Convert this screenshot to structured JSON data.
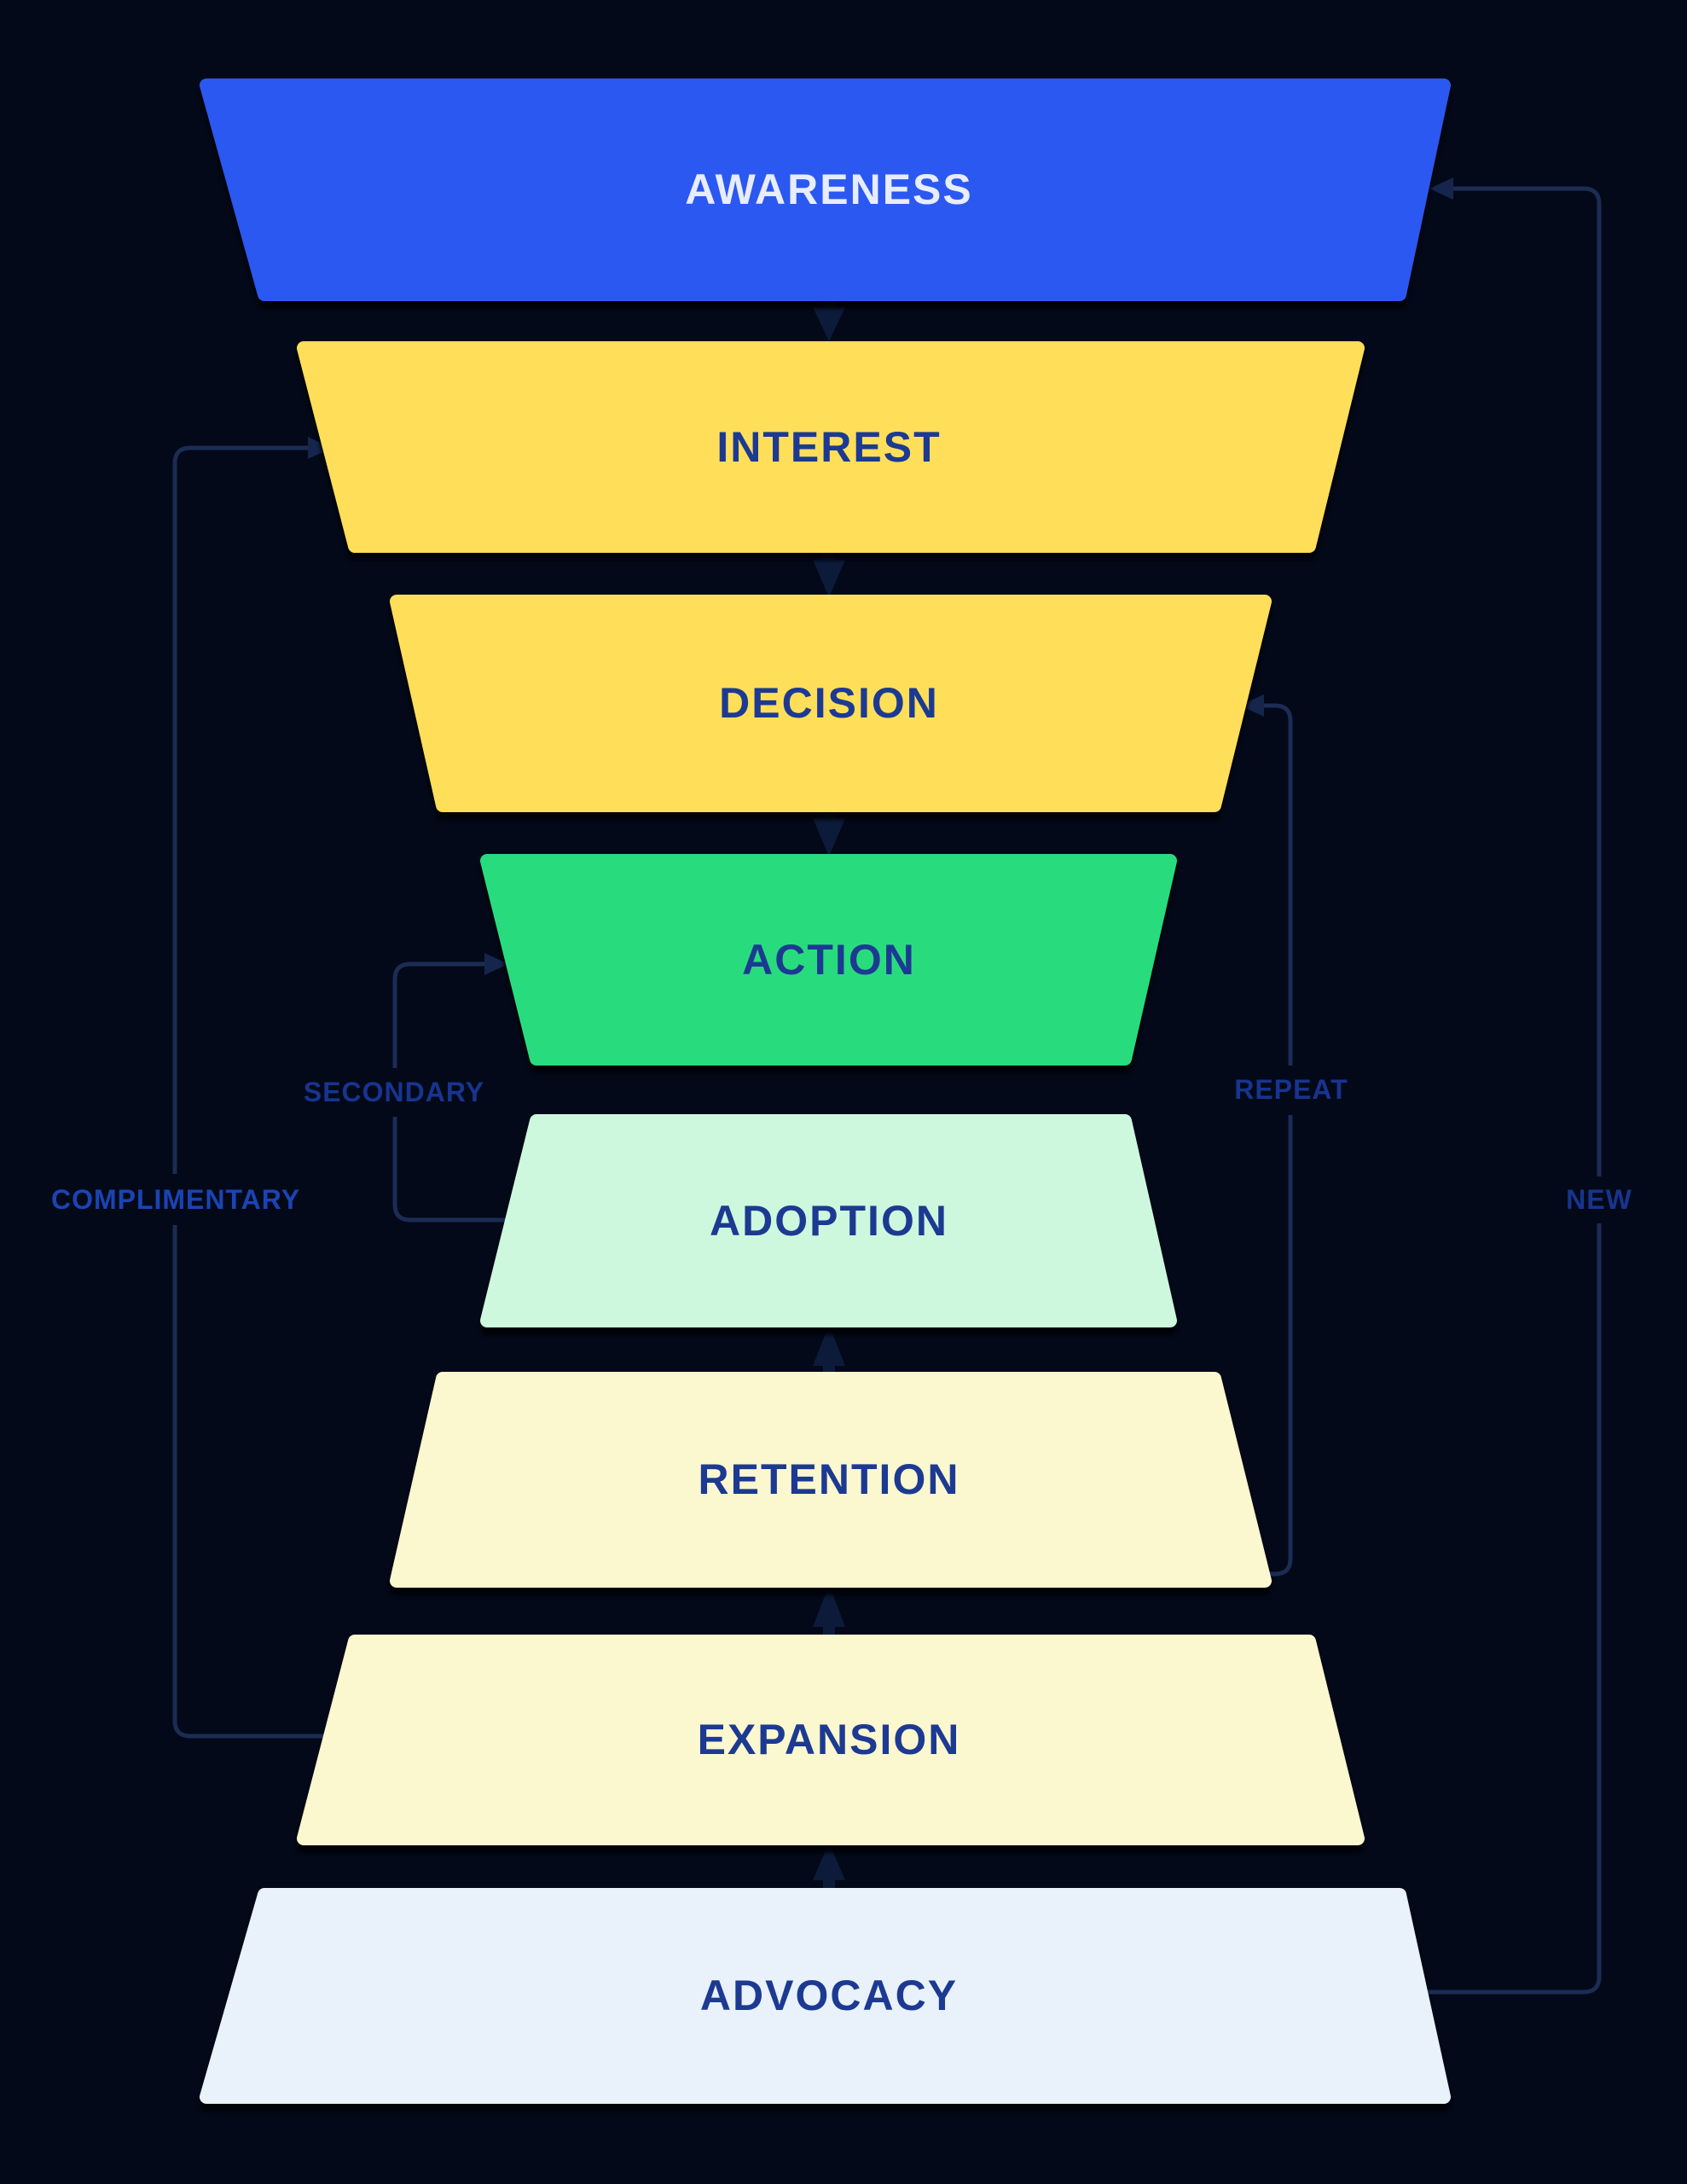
{
  "page": {
    "background": "#030918"
  },
  "funnel": {
    "stages": [
      {
        "label": "AWARENESS",
        "fill": "#2B58F0",
        "text_color": "#E7EDFF"
      },
      {
        "label": "INTEREST",
        "fill": "#FFDE5A",
        "text_color": "#1C3A92"
      },
      {
        "label": "DECISION",
        "fill": "#FFDE5A",
        "text_color": "#1C3A92"
      },
      {
        "label": "ACTION",
        "fill": "#28DC7E",
        "text_color": "#1C3A92"
      },
      {
        "label": "ADOPTION",
        "fill": "#CDF8DE",
        "text_color": "#1C3A92"
      },
      {
        "label": "RETENTION",
        "fill": "#FBF7CF",
        "text_color": "#1C3A92"
      },
      {
        "label": "EXPANSION",
        "fill": "#FBF7CF",
        "text_color": "#1C3A92"
      },
      {
        "label": "ADVOCACY",
        "fill": "#E9F1FB",
        "text_color": "#1C3A92"
      }
    ],
    "loops": [
      {
        "label": "COMPLIMENTARY",
        "from_stage": "EXPANSION",
        "to_stage": "INTEREST",
        "label_color": "#1A44B5"
      },
      {
        "label": "SECONDARY",
        "from_stage": "ADOPTION",
        "to_stage": "ACTION",
        "label_color": "#17348F"
      },
      {
        "label": "REPEAT",
        "from_stage": "RETENTION",
        "to_stage": "DECISION",
        "label_color": "#17348F"
      },
      {
        "label": "NEW",
        "from_stage": "ADVOCACY",
        "to_stage": "AWARENESS",
        "label_color": "#17348F"
      }
    ],
    "connector_color": "#1B2C55",
    "loop_arrowhead_color": "#15254C",
    "flow_arrow_color": "#0D1B3A"
  }
}
